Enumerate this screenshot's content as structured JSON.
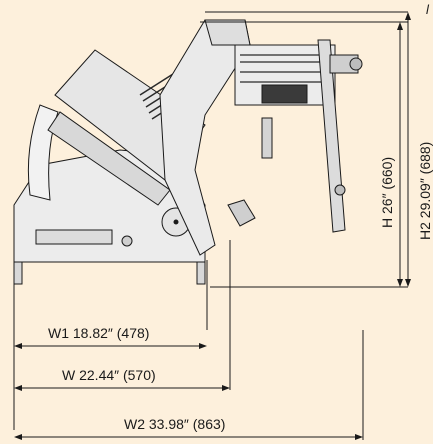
{
  "dimensions": {
    "w1_label": "W1 18.82″ (478)",
    "w_label": "W 22.44″ (570)",
    "w2_label": "W2 33.98″ (863)",
    "h_label": "H 26″ (660)",
    "h2_label": "H2 29.09″ (688)"
  },
  "corner_mark": "l",
  "colors": {
    "background": "#fdf0dc",
    "line": "#1a1a1a",
    "machine_fill": "#e8e8e8",
    "machine_dark": "#3a3a3a"
  }
}
